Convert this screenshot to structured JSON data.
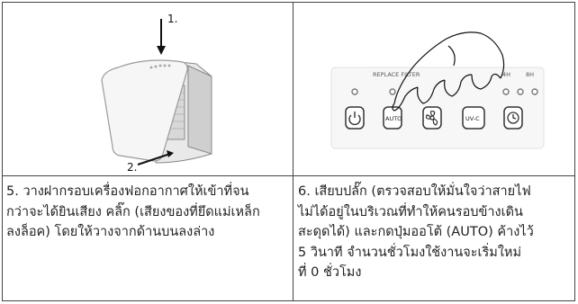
{
  "step5": {
    "image_label_top": "1.",
    "image_label_bottom": "2.",
    "lines": [
      "5. วางฝากรอบเครื่องฟอกอากาศให้เข้าที่จน",
      "กว่าจะได้ยินเสียง คลิ๊ก (เสียงของที่ยึดแม่เหล็ก",
      "ลงล็อค) โดยให้วางจากด้านบนลงล่าง"
    ]
  },
  "step6": {
    "panel": {
      "replace_filter": "REPLACE FILTER",
      "timer_4h": "4H",
      "timer_8h": "8H",
      "btn_auto": "AUTO",
      "btn_uvc": "UV-C"
    },
    "lines": [
      "6. เสียบปลั๊ก (ตรวจสอบให้มั่นใจว่าสายไฟ",
      "ไม่ได้อยู่ในบริเวณที่ทำให้คนรอบข้างเดิน",
      "สะดุดได้) และกดปุ่มออโต้ (AUTO) ค้างไว้",
      "5 วินาที จำนวนชั่วโมงใช้งานจะเริ่มใหม่",
      "ที่ 0 ชั่วโมง"
    ]
  }
}
